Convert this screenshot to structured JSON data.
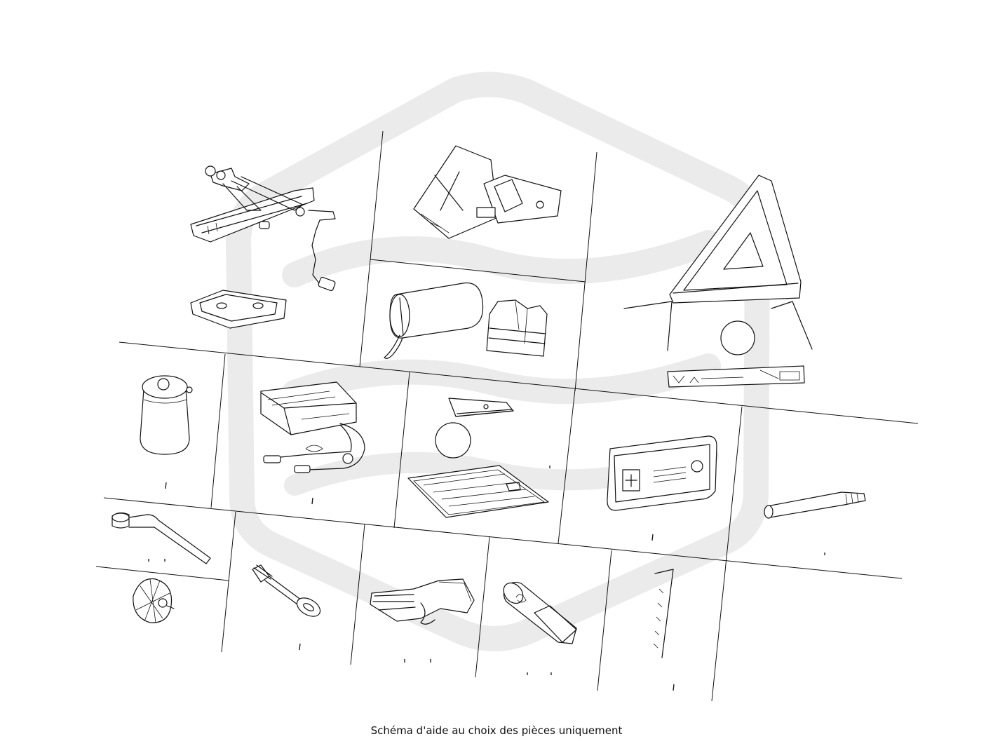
{
  "caption": "Schéma d'aide au choix des pièces uniquement",
  "colors": {
    "line": "#111111",
    "watermark": "#ebebeb",
    "background": "#ffffff"
  },
  "watermark": "brand-logo-watermark",
  "parts": [
    {
      "name": "car-jack"
    },
    {
      "name": "jack-base-plate"
    },
    {
      "name": "wheel-chocks"
    },
    {
      "name": "tool-bag"
    },
    {
      "name": "safety-vest"
    },
    {
      "name": "warning-triangle"
    },
    {
      "name": "warning-triangle-case"
    },
    {
      "name": "tire-sealant-bottle"
    },
    {
      "name": "tire-inflation-compressor"
    },
    {
      "name": "first-aid-pouch"
    },
    {
      "name": "mat-cover"
    },
    {
      "name": "first-aid-kit"
    },
    {
      "name": "wheel-bolt-tool"
    },
    {
      "name": "lug-wrench"
    },
    {
      "name": "hub-cap-puller"
    },
    {
      "name": "towing-eye"
    },
    {
      "name": "work-gloves"
    },
    {
      "name": "flashlight"
    },
    {
      "name": "hex-key"
    }
  ]
}
